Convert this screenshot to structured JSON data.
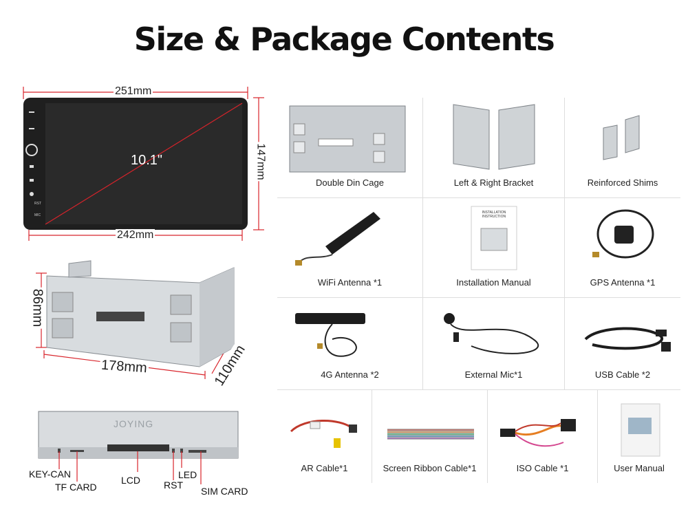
{
  "title": "Size & Package Contents",
  "dimensions": {
    "outer_width": "251mm",
    "inner_width": "242mm",
    "height": "147mm",
    "diagonal": "10.1\"",
    "cage_height": "86mm",
    "cage_width": "178mm",
    "cage_depth": "110mm"
  },
  "screen_buttons": {
    "rst": "RST",
    "mic": "MIC"
  },
  "side_brand": "JOYING",
  "callouts": {
    "key_can": "KEY-CAN",
    "tf_card": "TF CARD",
    "lcd": "LCD",
    "rst": "RST",
    "led": "LED",
    "sim_card": "SIM CARD"
  },
  "items": [
    {
      "label": "Double Din Cage",
      "icon": "double-din-cage-icon"
    },
    {
      "label": "Left & Right Bracket",
      "icon": "bracket-icon"
    },
    {
      "label": "Reinforced Shims",
      "icon": "shims-icon"
    },
    {
      "label": "WiFi Antenna *1",
      "icon": "wifi-antenna-icon"
    },
    {
      "label": "Installation Manual",
      "icon": "manual-icon"
    },
    {
      "label": "GPS Antenna *1",
      "icon": "gps-antenna-icon"
    },
    {
      "label": "4G Antenna *2",
      "icon": "4g-antenna-icon"
    },
    {
      "label": "External Mic*1",
      "icon": "mic-icon"
    },
    {
      "label": "USB Cable *2",
      "icon": "usb-cable-icon"
    },
    {
      "label": "AR Cable*1",
      "icon": "ar-cable-icon"
    },
    {
      "label": "Screen Ribbon Cable*1",
      "icon": "ribbon-cable-icon"
    },
    {
      "label": "ISO Cable *1",
      "icon": "iso-cable-icon"
    },
    {
      "label": "User Manual",
      "icon": "user-manual-icon"
    }
  ],
  "manual_text": {
    "installation_title": "INSTALLATION INSTRUCTION"
  },
  "colors": {
    "dimension_line": "#d8232a",
    "screen": "#1a1a1a",
    "metal": "#c9cdd1"
  }
}
